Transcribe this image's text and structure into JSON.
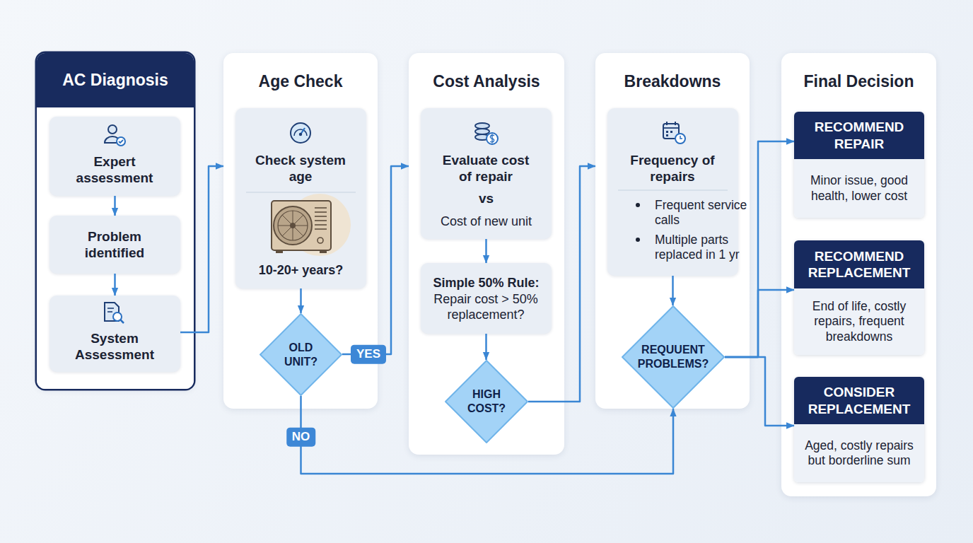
{
  "diagram": {
    "nodes": [
      {
        "text": [
          "AC Diagnosis"
        ]
      },
      {
        "text": [
          "Expert assessment"
        ],
        "in": 0
      },
      {
        "text": [
          "Problem identified"
        ],
        "in": 0
      },
      {
        "text": [
          "System Assessment"
        ],
        "in": 0
      },
      {
        "text": [
          "Age Check"
        ]
      },
      {
        "text": [
          "Check system age",
          "10-20+ years?"
        ],
        "in": 4
      },
      {
        "text": [
          "OLD UNIT?"
        ],
        "in": 4
      },
      {
        "text": [
          "Cost Analysis"
        ]
      },
      {
        "text": [
          "Evaluate cost of repair",
          "vs",
          "Cost of new unit"
        ],
        "in": 7
      },
      {
        "text": [
          "Simple 50% Rule:",
          "Repair cost > 50% replacement?"
        ],
        "in": 7
      },
      {
        "text": [
          "HIGH COST?"
        ],
        "in": 7
      },
      {
        "text": [
          "Breakdowns"
        ]
      },
      {
        "text": [
          "Frequency of repairs",
          "Frequent service calls",
          "Multiple parts replaced in 1 yr"
        ],
        "in": 11
      },
      {
        "text": [
          "REQUUENT PROBLEMS?"
        ],
        "in": 11
      },
      {
        "text": [
          "Final Decision"
        ]
      },
      {
        "text": [
          "RECOMMEND REPAIR",
          "Minor issue, good health, lower cost"
        ],
        "in": 14
      },
      {
        "text": [
          "RECOMMEND REPLACEMENT",
          "End of life, costly repairs, frequent breakdowns"
        ],
        "in": 14
      },
      {
        "text": [
          "CONSIDER REPLACEMENT",
          "Aged, costly repairs but borderline sum"
        ],
        "in": 14
      }
    ],
    "edges": [
      {
        "from": 1,
        "to": 2,
        "arrow": "to"
      },
      {
        "from": 2,
        "to": 3,
        "arrow": "to"
      },
      {
        "from": 3,
        "to": 4,
        "arrow": "to"
      },
      {
        "from": 5,
        "to": 6,
        "arrow": "to"
      },
      {
        "from": 6,
        "to": 7,
        "label": "YES",
        "arrow": "to"
      },
      {
        "from": 6,
        "to": 13,
        "label": "NO",
        "arrow": "to"
      },
      {
        "from": 8,
        "to": 9,
        "arrow": "to"
      },
      {
        "from": 9,
        "to": 10,
        "arrow": "to"
      },
      {
        "from": 10,
        "to": 11,
        "arrow": "to"
      },
      {
        "from": 12,
        "to": 13,
        "arrow": "to"
      },
      {
        "from": 13,
        "to": 15,
        "arrow": "to"
      },
      {
        "from": 13,
        "to": 16,
        "arrow": "to"
      },
      {
        "from": 13,
        "to": 17,
        "arrow": "to"
      }
    ]
  }
}
